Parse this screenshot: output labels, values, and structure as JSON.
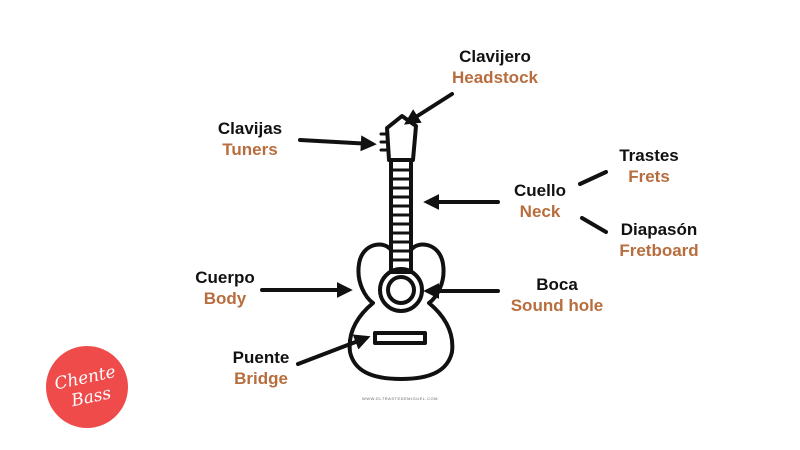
{
  "labels": {
    "headstock": {
      "es": "Clavijero",
      "en": "Headstock"
    },
    "tuners": {
      "es": "Clavijas",
      "en": "Tuners"
    },
    "frets": {
      "es": "Trastes",
      "en": "Frets"
    },
    "neck": {
      "es": "Cuello",
      "en": "Neck"
    },
    "fretboard": {
      "es": "Diapasón",
      "en": "Fretboard"
    },
    "body": {
      "es": "Cuerpo",
      "en": "Body"
    },
    "soundhole": {
      "es": "Boca",
      "en": "Sound hole"
    },
    "bridge": {
      "es": "Puente",
      "en": "Bridge"
    }
  },
  "logo": {
    "line1": "Chente",
    "line2": "Bass"
  },
  "credit": "WWW.ELTRASTEDEMIGUEL.COM",
  "colors": {
    "english_label": "#b86d3e",
    "spanish_label": "#111111",
    "logo_bg": "#ef4b4b",
    "line": "#111111"
  }
}
